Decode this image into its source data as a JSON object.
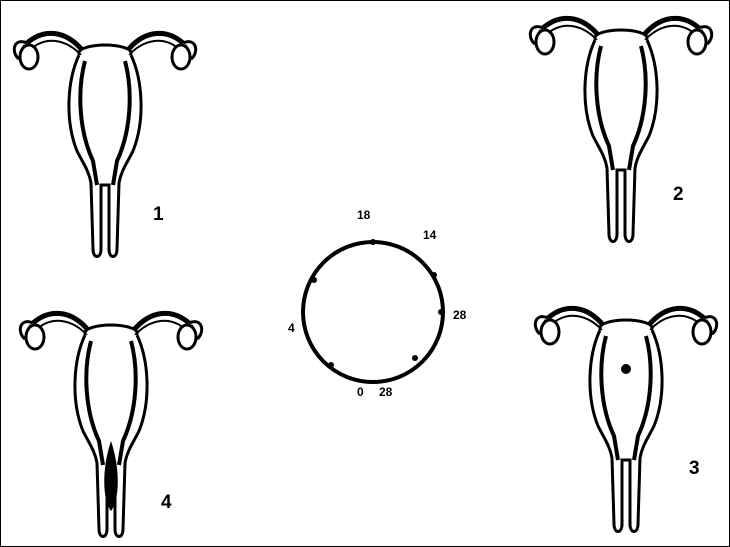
{
  "panels": [
    {
      "number": "1"
    },
    {
      "number": "2"
    },
    {
      "number": "3"
    },
    {
      "number": "4"
    }
  ],
  "cycle": {
    "labels": {
      "top": "18",
      "top_right": "14",
      "right": "28",
      "left": "4",
      "bottom_left": "0",
      "bottom_right": "28"
    }
  },
  "colors": {
    "ink": "#000000",
    "background": "#ffffff"
  }
}
